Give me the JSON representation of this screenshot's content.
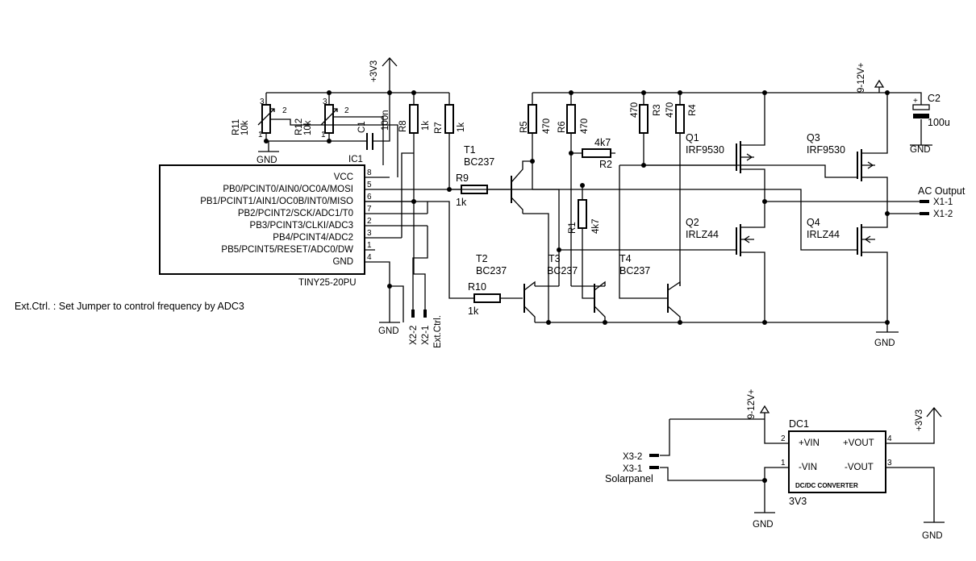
{
  "ic1": {
    "ref": "IC1",
    "part": "TINY25-20PU",
    "pins": [
      {
        "name": "VCC",
        "num": "8"
      },
      {
        "name": "PB0/PCINT0/AIN0/OC0A/MOSI",
        "num": "5"
      },
      {
        "name": "PB1/PCINT1/AIN1/OC0B/INT0/MISO",
        "num": "6"
      },
      {
        "name": "PB2/PCINT2/SCK/ADC1/T0",
        "num": "7"
      },
      {
        "name": "PB3/PCINT3/CLKI/ADC3",
        "num": "2"
      },
      {
        "name": "PB4/PCINT4/ADC2",
        "num": "3"
      },
      {
        "name": "PB5/PCINT5/RESET/ADC0/DW",
        "num": "1"
      },
      {
        "name": "GND",
        "num": "4"
      }
    ]
  },
  "pots": {
    "r11": {
      "ref": "R11",
      "value": "10k",
      "pin1": "1",
      "pin2": "2",
      "pin3": "3"
    },
    "r12": {
      "ref": "R12",
      "value": "10k",
      "pin1": "1",
      "pin2": "2",
      "pin3": "3"
    }
  },
  "caps": {
    "c1": {
      "ref": "C1",
      "value": "100n"
    },
    "c2": {
      "ref": "C2",
      "value": "100u",
      "plus": "+"
    }
  },
  "resistors": {
    "r1": {
      "ref": "R1",
      "value": "4k7"
    },
    "r2": {
      "ref": "R2",
      "value": "4k7"
    },
    "r3": {
      "ref": "R3",
      "value": "470"
    },
    "r4": {
      "ref": "R4",
      "value": "470"
    },
    "r5": {
      "ref": "R5",
      "value": "470"
    },
    "r6": {
      "ref": "R6",
      "value": "470"
    },
    "r7": {
      "ref": "R7",
      "value": "1k"
    },
    "r8": {
      "ref": "R8",
      "value": "1k"
    },
    "r9": {
      "ref": "R9",
      "value": "1k"
    },
    "r10": {
      "ref": "R10",
      "value": "1k"
    }
  },
  "transistors": {
    "t1": {
      "ref": "T1",
      "part": "BC237"
    },
    "t2": {
      "ref": "T2",
      "part": "BC237"
    },
    "t3": {
      "ref": "T3",
      "part": "BC237"
    },
    "t4": {
      "ref": "T4",
      "part": "BC237"
    },
    "q1": {
      "ref": "Q1",
      "part": "IRF9530"
    },
    "q2": {
      "ref": "Q2",
      "part": "IRLZ44"
    },
    "q3": {
      "ref": "Q3",
      "part": "IRF9530"
    },
    "q4": {
      "ref": "Q4",
      "part": "IRLZ44"
    }
  },
  "power": {
    "v33": "+3V3",
    "vin": "9-12V+",
    "gnd": "GND"
  },
  "connectors": {
    "ac_output": "AC Output",
    "x1_1": "X1-1",
    "x1_2": "X1-2",
    "x2_2": "X2-2",
    "x2_1": "X2-1",
    "ext_ctrl": "Ext.Ctrl.",
    "x3_2": "X3-2",
    "x3_1": "X3-1",
    "solarpanel": "Solarpanel"
  },
  "dc1": {
    "ref": "DC1",
    "value": "3V3",
    "plus_vin": "+VIN",
    "plus_vout": "+VOUT",
    "minus_vin": "-VIN",
    "minus_vout": "-VOUT",
    "title": "DC/DC CONVERTER",
    "pin1": "1",
    "pin2": "2",
    "pin3": "3",
    "pin4": "4"
  },
  "note": "Ext.Ctrl. : Set Jumper to control frequency by ADC3"
}
